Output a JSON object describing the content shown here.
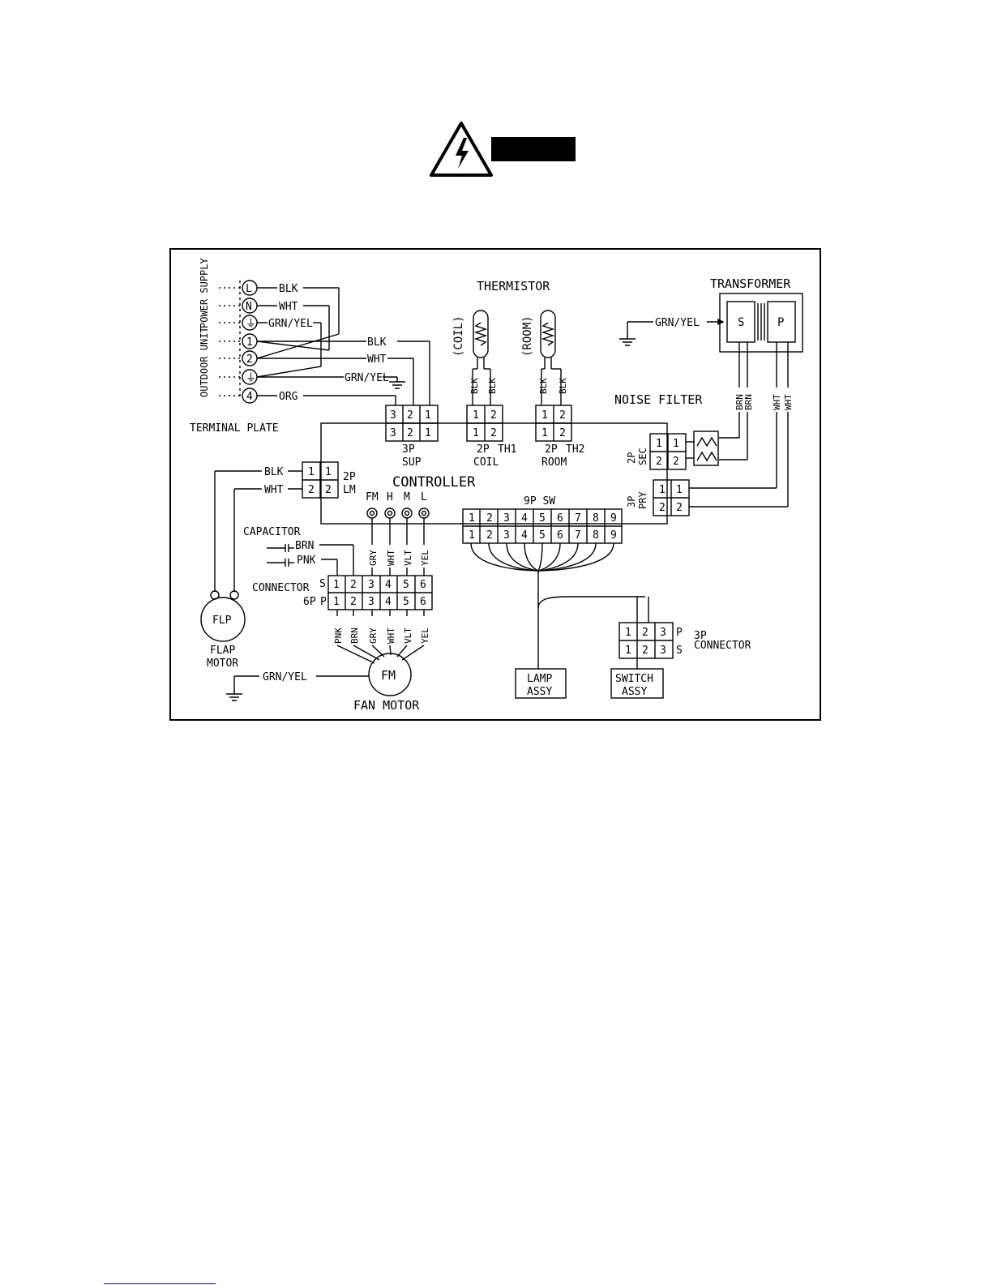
{
  "terminal_plate": {
    "label": "TERMINAL PLATE",
    "terminals": [
      "L",
      "N",
      "⏚",
      "1",
      "2",
      "⏚",
      "4"
    ],
    "power_supply_label": "POWER SUPPLY",
    "outdoor_unit_label": "OUTDOOR UNIT",
    "ps_wires": [
      "BLK",
      "WHT",
      "GRN/YEL"
    ],
    "out_wires": [
      "BLK",
      "WHT",
      "GRN/YEL",
      "ORG"
    ]
  },
  "thermistor": {
    "title": "THERMISTOR",
    "coil_label": "(COIL)",
    "room_label": "(ROOM)",
    "wire": "BLK"
  },
  "transformer": {
    "title": "TRANSFORMER",
    "s": "S",
    "p": "P",
    "ground_wire": "GRN/YEL"
  },
  "noise_filter": {
    "label": "NOISE FILTER",
    "wires": [
      "BRN",
      "BRN",
      "WHT",
      "WHT"
    ]
  },
  "controller": {
    "label": "CONTROLLER",
    "sup_connector": [
      "3P",
      "SUP"
    ],
    "th1_connector": [
      "2P",
      "TH1",
      "COIL"
    ],
    "th2_connector": [
      "2P",
      "TH2",
      "ROOM"
    ],
    "lm_connector": [
      "2P",
      "LM"
    ],
    "sec_connector": [
      "2P",
      "SEC"
    ],
    "pry_connector": [
      "3P",
      "PRY"
    ],
    "sw_connector": "9P SW",
    "fan_terms": [
      "FM",
      "H",
      "M",
      "L"
    ],
    "fan_wires": [
      "GRY",
      "WHT",
      "VLT",
      "YEL"
    ]
  },
  "flap_motor": {
    "symbol": "FLP",
    "label": [
      "FLAP",
      "MOTOR"
    ],
    "wires": [
      "BLK",
      "WHT"
    ]
  },
  "capacitor": {
    "label": "CAPACITOR",
    "wires": [
      "BRN",
      "PNK"
    ]
  },
  "connector_6p": {
    "label": [
      "CONNECTOR",
      "6P"
    ],
    "s": "S",
    "p": "P",
    "bottom_wires": [
      "PNK",
      "BRN",
      "GRY",
      "WHT",
      "VLT",
      "YEL"
    ]
  },
  "fan_motor": {
    "symbol": "FM",
    "label": "FAN MOTOR",
    "ground_wire": "GRN/YEL"
  },
  "connector_3p": {
    "label": [
      "3P",
      "CONNECTOR"
    ],
    "p": "P",
    "s": "S"
  },
  "lamp": [
    "LAMP",
    "ASSY"
  ],
  "switch": [
    "SWITCH",
    "ASSY"
  ]
}
